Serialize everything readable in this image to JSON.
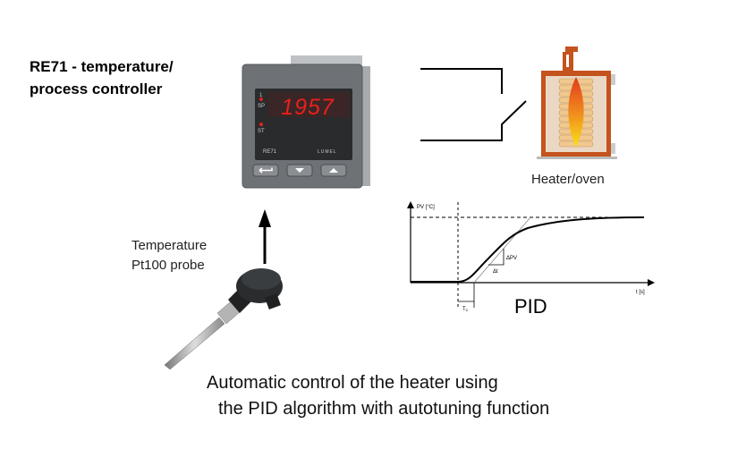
{
  "title": {
    "line1": "RE71 - temperature/",
    "line2": "process controller"
  },
  "controller": {
    "display_value": "1957",
    "indicator_1": "1",
    "indicator_sp": "SP",
    "indicator_st": "ST",
    "model": "RE71",
    "brand": "LUMEL",
    "buttons": [
      "enter-icon",
      "down-arrow-icon",
      "up-arrow-icon"
    ]
  },
  "heater": {
    "label": "Heater/oven"
  },
  "probe": {
    "line1": "Temperature",
    "line2": "Pt100 probe"
  },
  "pid_chart": {
    "y_axis_label": "PV [°C]",
    "x_axis_label": "t [s]",
    "delay_label": "T",
    "delay_sub": "0",
    "delta_pv": "ΔPV",
    "delta_t": "Δt",
    "title": "PID"
  },
  "caption": {
    "line1": "Automatic control of the heater using",
    "line2": "the PID algorithm with autotuning function"
  },
  "colors": {
    "display_red": "#e8201c",
    "heater_frame": "#c4531d",
    "heater_inner": "#ead8c4"
  }
}
